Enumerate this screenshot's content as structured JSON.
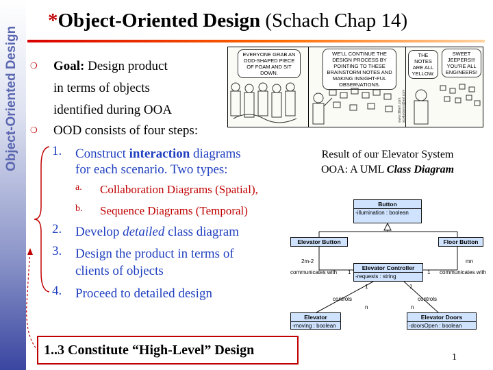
{
  "slide": {
    "side_label": "Object-Oriented Design",
    "title_star": "*",
    "title_main": "Object-Oriented Design",
    "title_sub": "(Schach Chap 14)",
    "page_number": "1"
  },
  "comic": {
    "panel1": "EVERYONE GRAB AN ODD-SHAPED PIECE OF FOAM AND SIT DOWN.",
    "panel2": "WE'LL CONTINUE THE DESIGN PROCESS BY POINTING TO THESE BRAINSTORM NOTES AND MAKING INSIGHT-FUL OBSERVATIONS.",
    "panel3a": "THE NOTES ARE ALL YELLOW.",
    "panel3b": "SWEET JEEPERS!!! YOU'RE ALL ENGINEERS!",
    "site": "www.dilbert.com",
    "credit": "scottadams@aol.com"
  },
  "bullets": {
    "goal_label": "Goal:",
    "goal_line1": "Design product",
    "goal_line2": "in terms of objects",
    "goal_line3": "identified during OOA",
    "ood_line": "OOD consists of four steps:",
    "step1_num": "1.",
    "step1_pre": "Construct",
    "step1_bold": "interaction",
    "step1_post": "diagrams",
    "step1_line2": "for each scenario.  Two types:",
    "step1a_num": "a.",
    "step1a": "Collaboration Diagrams (Spatial),",
    "step1b_num": "b.",
    "step1b": "Sequence Diagrams (Temporal)",
    "step2_num": "2.",
    "step2_pre": "Develop",
    "step2_em": "detailed",
    "step2_post": "class diagram",
    "step3_num": "3.",
    "step3_line1": "Design the product in terms of",
    "step3_line2": "clients of objects",
    "step4_num": "4.",
    "step4": "Proceed to detailed design"
  },
  "caption": {
    "line1": "Result of our Elevator System",
    "line2_pre": "OOA:  A UML",
    "line2_em": "Class Diagram"
  },
  "uml": {
    "button": {
      "name": "Button",
      "attr": "-illumination : boolean"
    },
    "elevator_button": {
      "name": "Elevator Button"
    },
    "floor_button": {
      "name": "Floor Button"
    },
    "controller": {
      "name": "Elevator Controller",
      "attr": "-requests : string"
    },
    "elevator": {
      "name": "Elevator",
      "attr": "-moving : boolean"
    },
    "doors": {
      "name": "Elevator Doors",
      "attr": "-doorsOpen : boolean"
    },
    "labels": {
      "mult_2m2": "2m-2",
      "mult_mn": "mn",
      "comm_left": "communicates with",
      "comm_right": "communicates with",
      "one_a": "1",
      "one_b": "1",
      "one_c": "1",
      "one_d": "1",
      "controls_left": "controls",
      "controls_right": "controls",
      "n_left": "n",
      "n_right": "n"
    }
  },
  "callout": "1..3 Constitute “High-Level” Design",
  "colors": {
    "accent_red": "#c00000",
    "accent_blue": "#1f3fbf",
    "uml_fill": "#cfe3ff"
  }
}
